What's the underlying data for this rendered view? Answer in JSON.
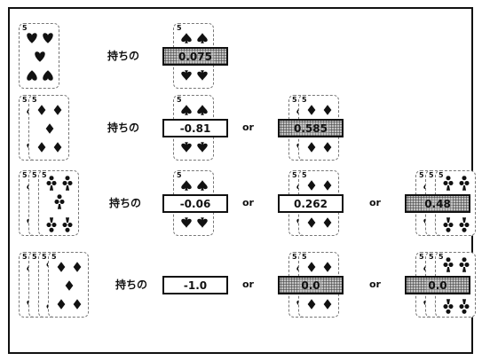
{
  "hold_label": "持ちの",
  "or_label": "or",
  "card_rank": "5",
  "colors": {
    "best_fill": "#9a9a9a",
    "border": "#111111",
    "suit": "#111111"
  },
  "rows": [
    {
      "hand": {
        "suits": [
          "heart"
        ]
      },
      "options": [
        {
          "value": "0.075",
          "best": true,
          "suits": [
            "spade"
          ]
        }
      ]
    },
    {
      "hand": {
        "suits": [
          "spade",
          "diamond"
        ]
      },
      "options": [
        {
          "value": "-0.81",
          "best": false,
          "suits": [
            "spade"
          ]
        },
        {
          "value": "0.585",
          "best": true,
          "suits": [
            "spade",
            "diamond"
          ]
        }
      ]
    },
    {
      "hand": {
        "suits": [
          "spade",
          "diamond",
          "club"
        ]
      },
      "options": [
        {
          "value": "-0.06",
          "best": false,
          "suits": [
            "spade"
          ]
        },
        {
          "value": "0.262",
          "best": false,
          "suits": [
            "spade",
            "diamond"
          ]
        },
        {
          "value": "0.48",
          "best": true,
          "suits": [
            "spade",
            "diamond",
            "club"
          ]
        }
      ]
    },
    {
      "hand": {
        "suits": [
          "spade",
          "diamond",
          "club",
          "diamond"
        ]
      },
      "options": [
        {
          "value": "-1.0",
          "best": false,
          "suits": []
        },
        {
          "value": "0.0",
          "best": true,
          "suits": [
            "spade",
            "diamond"
          ]
        },
        {
          "value": "0.0",
          "best": true,
          "suits": [
            "spade",
            "diamond",
            "club"
          ]
        }
      ]
    }
  ]
}
